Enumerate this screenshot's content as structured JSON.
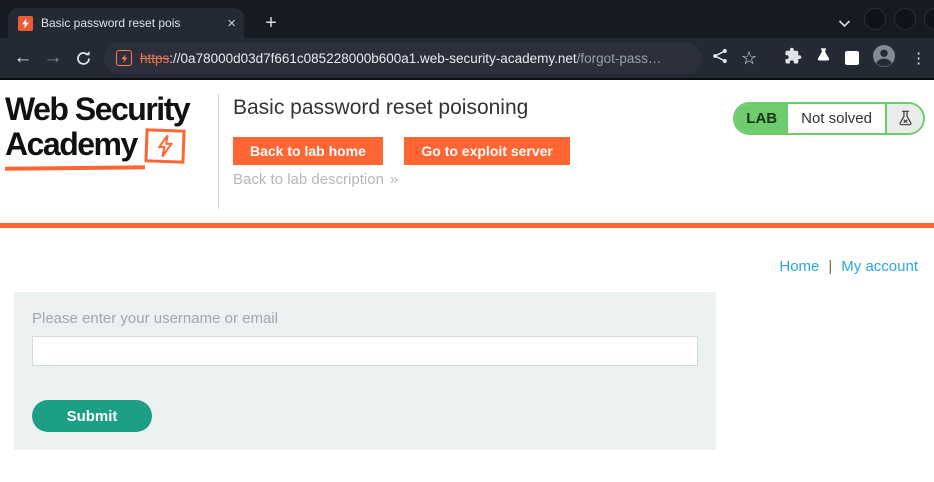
{
  "browser": {
    "titlebar": {
      "tab_title": "Basic password reset pois",
      "close_glyph": "×",
      "new_tab_glyph": "+"
    },
    "toolbar": {
      "back_glyph": "←",
      "forward_glyph": "→",
      "star_glyph": "☆",
      "menu_glyph": "⋮",
      "url": {
        "scheme": "https",
        "scheme_suffix": "://",
        "host": "0a78000d03d7f661c085228000b600a1.web-security-academy.net",
        "path": "/forgot-pass…"
      }
    }
  },
  "header": {
    "logo_line1": "Web Security",
    "logo_line2": "Academy",
    "lab_title": "Basic password reset poisoning",
    "back_to_lab_home": "Back to lab home",
    "go_to_exploit_server": "Go to exploit server",
    "back_to_description": "Back to lab description",
    "description_chevrons": "»",
    "status_badge": {
      "label": "LAB",
      "state": "Not solved"
    }
  },
  "page": {
    "nav": {
      "home": "Home",
      "separator": "|",
      "my_account": "My account"
    },
    "forgot_form": {
      "label": "Please enter your username or email",
      "input_value": "",
      "submit_label": "Submit"
    }
  },
  "icons": {
    "favicon": "lightning-bolt",
    "badge_flask": "flask-with-x",
    "toolbar_right": [
      "share",
      "bookmark-star",
      "extensions-puzzle",
      "flask",
      "window",
      "profile-avatar",
      "menu"
    ]
  },
  "colors": {
    "brand_orange": "#ff6633",
    "lab_green": "#6ecb6e",
    "link_blue": "#29a9e0",
    "submit_teal": "#1d9f85",
    "chrome_dark": "#161a22"
  }
}
